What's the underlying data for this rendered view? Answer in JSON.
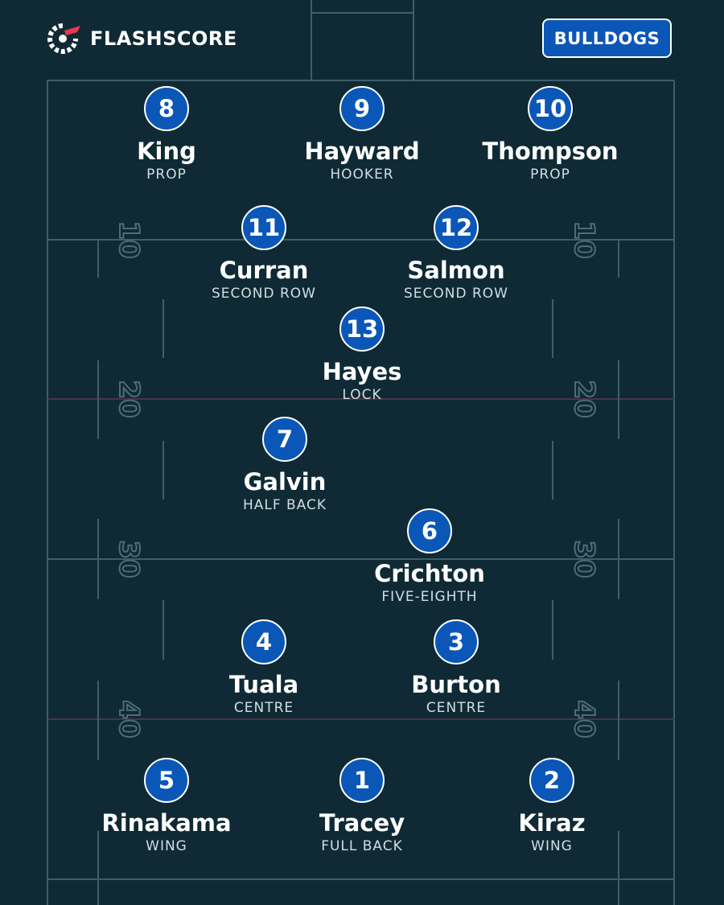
{
  "brand": {
    "name": "FLASHSCORE",
    "logo_icon": "flashscore-logo-icon"
  },
  "team": {
    "name": "BULLDOGS",
    "color": "#0b57b8"
  },
  "field": {
    "yard_markers": [
      "10",
      "20",
      "30",
      "40"
    ]
  },
  "players": [
    {
      "number": "8",
      "name": "King",
      "position": "PROP"
    },
    {
      "number": "9",
      "name": "Hayward",
      "position": "HOOKER"
    },
    {
      "number": "10",
      "name": "Thompson",
      "position": "PROP"
    },
    {
      "number": "11",
      "name": "Curran",
      "position": "SECOND ROW"
    },
    {
      "number": "12",
      "name": "Salmon",
      "position": "SECOND ROW"
    },
    {
      "number": "13",
      "name": "Hayes",
      "position": "LOCK"
    },
    {
      "number": "7",
      "name": "Galvin",
      "position": "HALF BACK"
    },
    {
      "number": "6",
      "name": "Crichton",
      "position": "FIVE-EIGHTH"
    },
    {
      "number": "4",
      "name": "Tuala",
      "position": "CENTRE"
    },
    {
      "number": "3",
      "name": "Burton",
      "position": "CENTRE"
    },
    {
      "number": "5",
      "name": "Rinakama",
      "position": "WING"
    },
    {
      "number": "1",
      "name": "Tracey",
      "position": "FULL BACK"
    },
    {
      "number": "2",
      "name": "Kiraz",
      "position": "WING"
    }
  ]
}
